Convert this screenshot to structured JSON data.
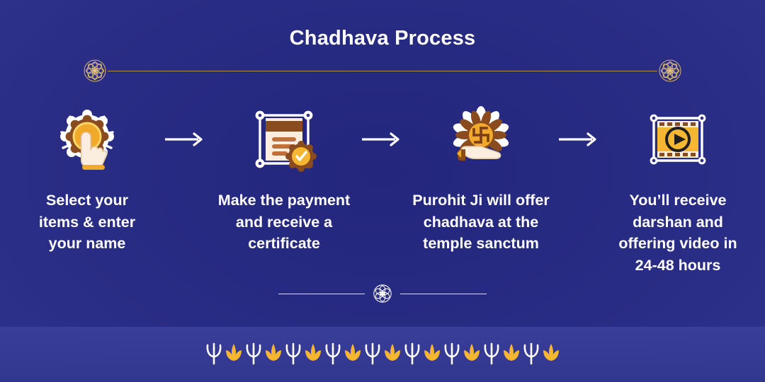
{
  "header": {
    "title": "Chadhava Process"
  },
  "ornaments": {
    "top_left_icon": "mandala-icon",
    "top_right_icon": "mandala-icon",
    "bottom_center_icon": "mandala-icon",
    "rule_color": "#b08a4e",
    "bottom_rule_color": "#ffffff"
  },
  "steps": [
    {
      "icon": "tap-marigold-icon",
      "label": "Select your\nitems & enter\nyour name"
    },
    {
      "icon": "certificate-seal-icon",
      "label": "Make the payment\nand receive a\ncertificate"
    },
    {
      "icon": "offering-hand-swastika-icon",
      "label": "Purohit Ji will offer\nchadhava at the\ntemple sanctum"
    },
    {
      "icon": "video-film-play-icon",
      "label": "You’ll receive\ndarshan and\noffering video in\n24-48 hours"
    }
  ],
  "arrows": [
    {
      "icon": "arrow-right-icon"
    },
    {
      "icon": "arrow-right-icon"
    },
    {
      "icon": "arrow-right-icon"
    }
  ],
  "footer_strip": {
    "motifs": [
      "trishul-icon",
      "leaf-icon",
      "trishul-icon",
      "leaf-icon",
      "trishul-icon",
      "leaf-icon",
      "trishul-icon",
      "leaf-icon",
      "trishul-icon",
      "leaf-icon",
      "trishul-icon",
      "leaf-icon",
      "trishul-icon",
      "leaf-icon",
      "trishul-icon",
      "leaf-icon",
      "trishul-icon",
      "leaf-icon"
    ],
    "trishul_color": "#ffffff",
    "leaf_color": "#f5b731"
  },
  "colors": {
    "background_edge": "#383e98",
    "background_center": "#23267c",
    "text": "#ffffff",
    "gold": "#f5b731",
    "gold_dark": "#e8a317",
    "brown": "#8a4b1e",
    "cream": "#fbeede"
  }
}
